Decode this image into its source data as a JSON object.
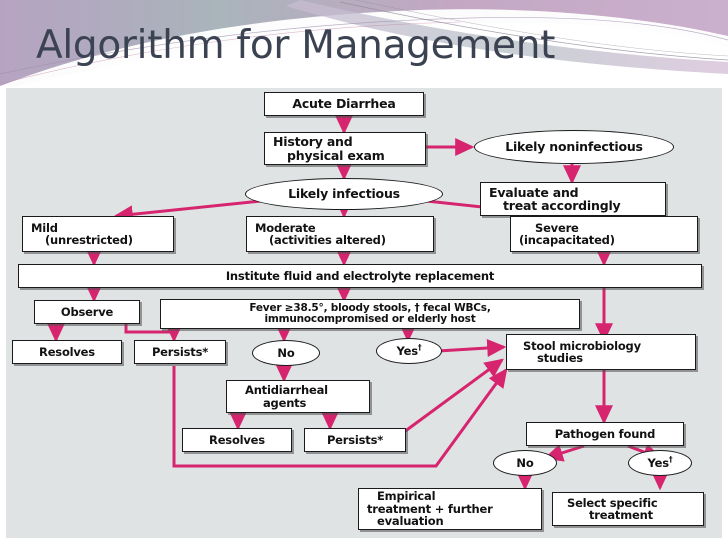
{
  "slide": {
    "title": "Algorithm for Management",
    "background_color": "#ffffff",
    "banner_colors": [
      "#b9a7c4",
      "#9fb3b8",
      "#c9a9c4",
      "#ffffff"
    ],
    "chart_background": "#dfe3e4",
    "arrow_color": "#d6246e",
    "node_border_color": "#1b1b1b"
  },
  "flowchart": {
    "type": "clinical-decision-algorithm",
    "nodes": [
      {
        "id": "acute-diarrhea",
        "label": "Acute Diarrhea",
        "shape": "box"
      },
      {
        "id": "history-exam",
        "label": "History and\nphysical exam",
        "shape": "box"
      },
      {
        "id": "likely-noninfectious",
        "label": "Likely noninfectious",
        "shape": "ellipse"
      },
      {
        "id": "evaluate-treat",
        "label": "Evaluate and\ntreat accordingly",
        "shape": "box"
      },
      {
        "id": "likely-infectious",
        "label": "Likely infectious",
        "shape": "ellipse"
      },
      {
        "id": "mild",
        "label": "Mild\n(unrestricted)",
        "shape": "box"
      },
      {
        "id": "moderate",
        "label": "Moderate\n(activities altered)",
        "shape": "box"
      },
      {
        "id": "severe",
        "label": "Severe\n(incapacitated)",
        "shape": "box"
      },
      {
        "id": "institute-fluid",
        "label": "Institute fluid and electrolyte replacement",
        "shape": "box"
      },
      {
        "id": "observe",
        "label": "Observe",
        "shape": "box"
      },
      {
        "id": "fever-criteria",
        "label": "Fever ≥38.5°, bloody stools, † fecal WBCs,\nimmunocompromised or elderly host",
        "shape": "box"
      },
      {
        "id": "resolves-1",
        "label": "Resolves",
        "shape": "box"
      },
      {
        "id": "persists-1",
        "label": "Persists*",
        "shape": "box"
      },
      {
        "id": "no-1",
        "label": "No",
        "shape": "ellipse"
      },
      {
        "id": "yes-1",
        "label": "Yes",
        "suffix": "†",
        "shape": "ellipse"
      },
      {
        "id": "stool-microbiology",
        "label": "Stool microbiology\nstudies",
        "shape": "box"
      },
      {
        "id": "antidiarrheal",
        "label": "Antidiarrheal\nagents",
        "shape": "box"
      },
      {
        "id": "resolves-2",
        "label": "Resolves",
        "shape": "box"
      },
      {
        "id": "persists-2",
        "label": "Persists*",
        "shape": "box"
      },
      {
        "id": "pathogen-found",
        "label": "Pathogen found",
        "shape": "box"
      },
      {
        "id": "no-2",
        "label": "No",
        "shape": "ellipse"
      },
      {
        "id": "yes-2",
        "label": "Yes",
        "suffix": "†",
        "shape": "ellipse"
      },
      {
        "id": "empirical",
        "label": "Empirical\ntreatment + further\nevaluation",
        "shape": "box"
      },
      {
        "id": "select-specific",
        "label": "Select specific\ntreatment",
        "shape": "box"
      }
    ],
    "labels": {
      "acute_diarrhea": "Acute Diarrhea",
      "history_line1": "History and",
      "history_line2": "physical exam",
      "likely_noninfectious": "Likely noninfectious",
      "evaluate_line1": "Evaluate and",
      "evaluate_line2": "treat accordingly",
      "likely_infectious": "Likely infectious",
      "mild_line1": "Mild",
      "mild_line2": "(unrestricted)",
      "moderate_line1": "Moderate",
      "moderate_line2": "(activities altered)",
      "severe_line1": "Severe",
      "severe_line2": "(incapacitated)",
      "institute_fluid": "Institute fluid and electrolyte replacement",
      "observe": "Observe",
      "fever_line1": "Fever ≥38.5°, bloody stools, † fecal WBCs,",
      "fever_line2": "immunocompromised or elderly host",
      "resolves_1": "Resolves",
      "persists_1": "Persists*",
      "no_1": "No",
      "yes_1": "Yes",
      "yes_1_sup": "†",
      "stool_line1": "Stool microbiology",
      "stool_line2": "studies",
      "antidiarrheal_line1": "Antidiarrheal",
      "antidiarrheal_line2": "agents",
      "resolves_2": "Resolves",
      "persists_2": "Persists*",
      "pathogen_found": "Pathogen found",
      "no_2": "No",
      "yes_2": "Yes",
      "yes_2_sup": "†",
      "empirical_line1": "Empirical",
      "empirical_line2": "treatment + further",
      "empirical_line3": "evaluation",
      "select_line1": "Select specific",
      "select_line2": "treatment"
    }
  }
}
